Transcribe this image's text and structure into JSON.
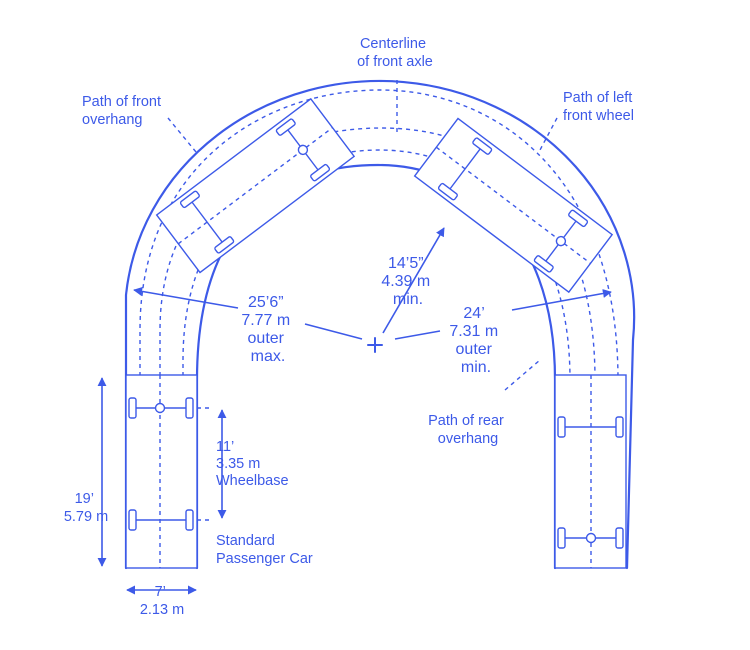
{
  "colors": {
    "line": "#3D5AE8",
    "text": "#3D5AE8",
    "background": "#FFFFFF"
  },
  "labels": {
    "centerline": [
      "Centerline",
      "of front axle"
    ],
    "front_overhang": [
      "Path of front",
      "overhang"
    ],
    "left_front_wheel": [
      "Path of left",
      "front wheel"
    ],
    "rear_overhang": [
      "Path of rear",
      "overhang"
    ],
    "inner_radius": [
      "14’5”",
      "4.39 m",
      "min."
    ],
    "outer_max": [
      "25’6”",
      "7.77 m",
      "outer",
      "max."
    ],
    "outer_min": [
      "24’",
      "7.31 m",
      "outer",
      "min."
    ],
    "wheelbase": [
      "11’",
      "3.35 m",
      "Wheelbase"
    ],
    "car_length": [
      "19’",
      "5.79 m"
    ],
    "car_name": [
      "Standard",
      "Passenger Car"
    ],
    "car_width": [
      "7’",
      "2.13 m"
    ]
  },
  "icons": {
    "center_mark": "plus-icon"
  }
}
